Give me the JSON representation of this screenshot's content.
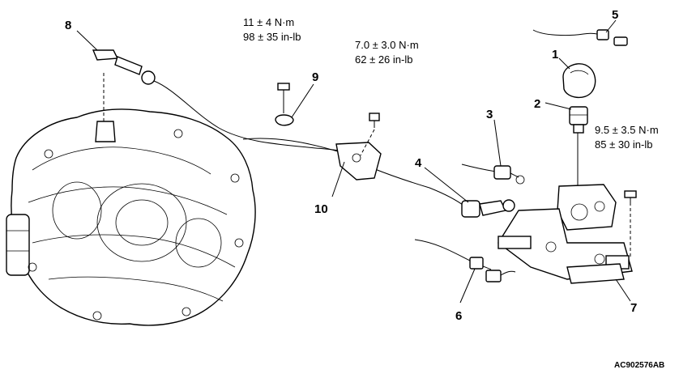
{
  "callouts": {
    "c1": "1",
    "c2": "2",
    "c3": "3",
    "c4": "4",
    "c5": "5",
    "c6": "6",
    "c7": "7",
    "c8": "8",
    "c9": "9",
    "c10": "10"
  },
  "torques": {
    "t9": {
      "nm": "11 ± 4 N·m",
      "inlb": "98 ± 35 in-lb"
    },
    "t10": {
      "nm": "7.0 ± 3.0 N·m",
      "inlb": "62 ± 26 in-lb"
    },
    "t7": {
      "nm": "9.5 ± 3.5 N·m",
      "inlb": "85 ± 30 in-lb"
    }
  },
  "figure_ref": "AC902576AB"
}
